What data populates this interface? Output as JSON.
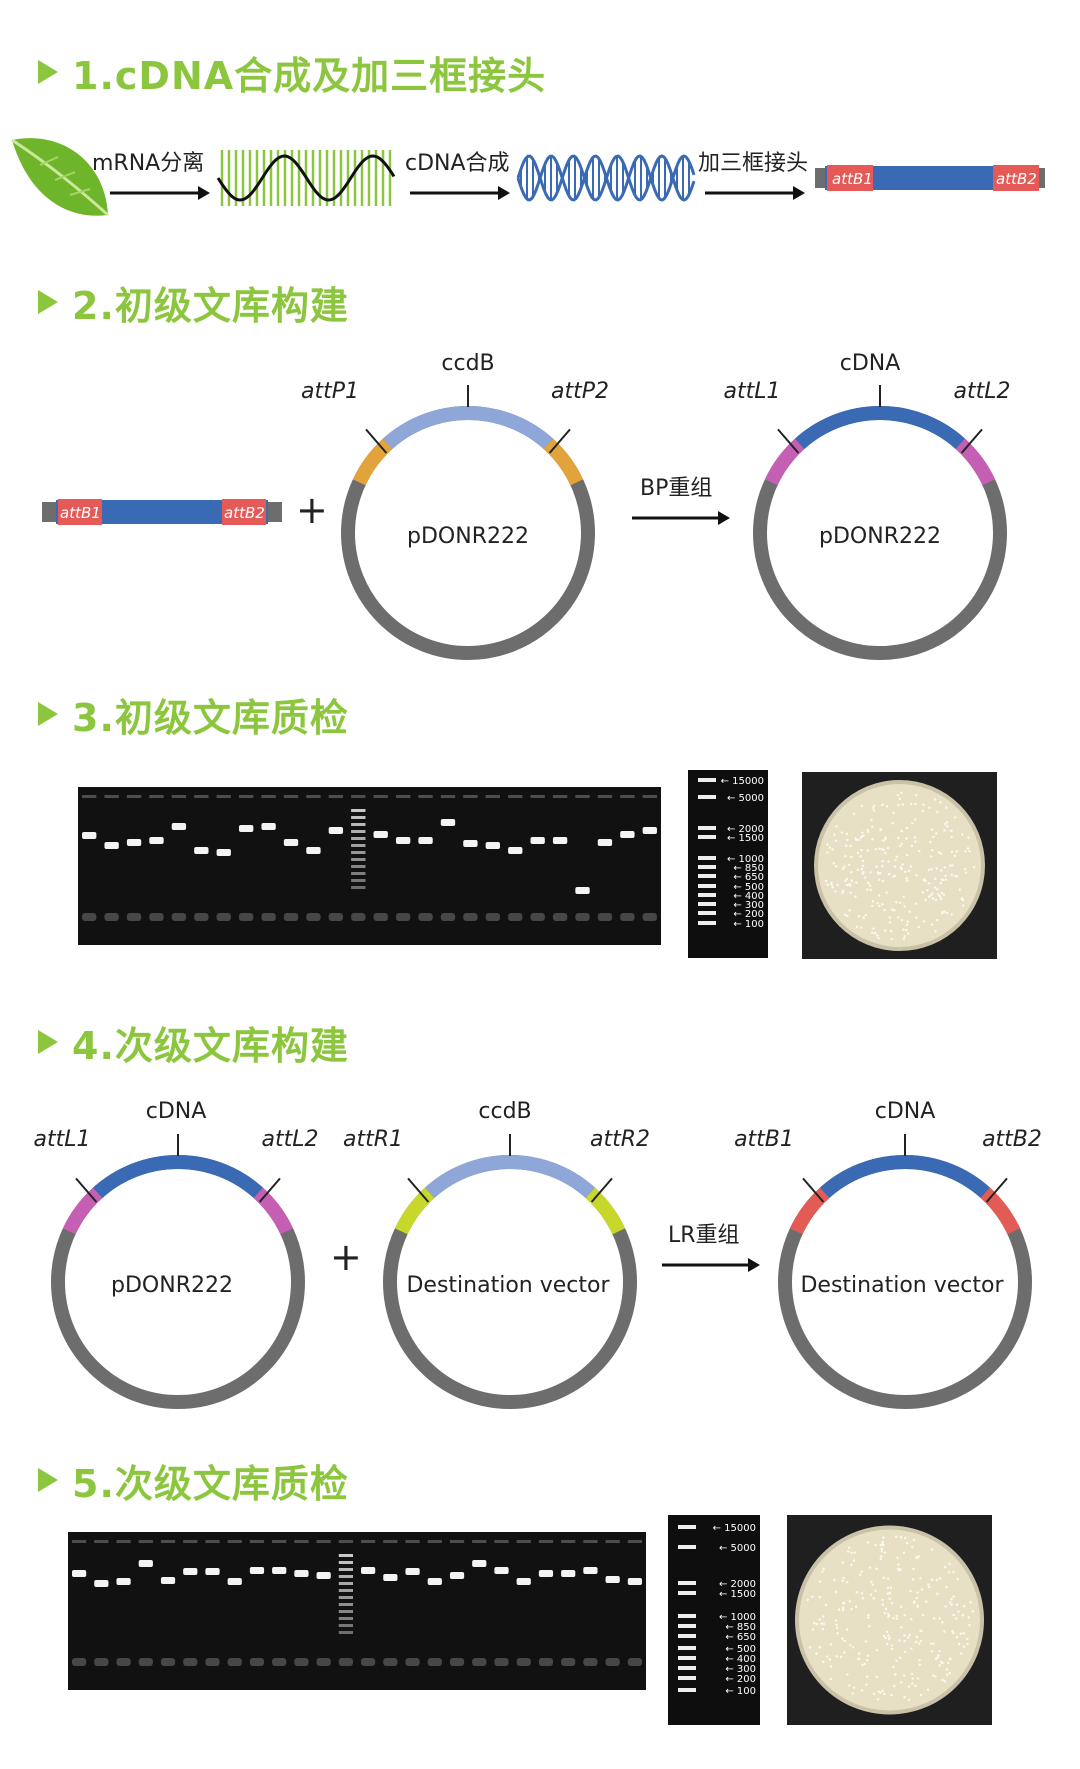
{
  "colors": {
    "section_green": "#8cc63f",
    "insert_blue": "#3a6ab3",
    "att_red": "#e55a56",
    "backbone_grey": "#6d6d6d",
    "ccdb_lightblue": "#8ea6d8",
    "attP_orange": "#e2a43a",
    "attL_magenta": "#c45fb3",
    "attR_lime": "#c8d82a",
    "attB_red": "#e25c55"
  },
  "sections": [
    {
      "title": "1.cDNA合成及加三框接头"
    },
    {
      "title": "2.初级文库构建"
    },
    {
      "title": "3.初级文库质检"
    },
    {
      "title": "4.次级文库构建"
    },
    {
      "title": "5.次级文库质检"
    }
  ],
  "step1": {
    "arrow1_label": "mRNA分离",
    "arrow2_label": "cDNA合成",
    "arrow3_label": "加三框接头",
    "fragment": {
      "left": "attB1",
      "right": "attB2"
    }
  },
  "step2": {
    "fragment": {
      "left": "attB1",
      "right": "attB2"
    },
    "plus": "+",
    "plasmid1": {
      "name": "pDONR222",
      "top": "ccdB",
      "left": "attP1",
      "right": "attP2"
    },
    "arrow_label": "BP重组",
    "plasmid2": {
      "name": "pDONR222",
      "top": "cDNA",
      "left": "attL1",
      "right": "attL2"
    }
  },
  "step4": {
    "plasmid1": {
      "name": "pDONR222",
      "top": "cDNA",
      "left": "attL1",
      "right": "attL2"
    },
    "plus": "+",
    "plasmid2": {
      "name": "Destination vector",
      "top": "ccdB",
      "left": "attR1",
      "right": "attR2"
    },
    "arrow_label": "LR重组",
    "plasmid3": {
      "name": "Destination vector",
      "top": "cDNA",
      "left": "attB1",
      "right": "attB2"
    }
  },
  "ladder_marks": [
    "15000",
    "5000",
    "2000",
    "1500",
    "1000",
    "850",
    "650",
    "500",
    "400",
    "300",
    "200",
    "100"
  ]
}
